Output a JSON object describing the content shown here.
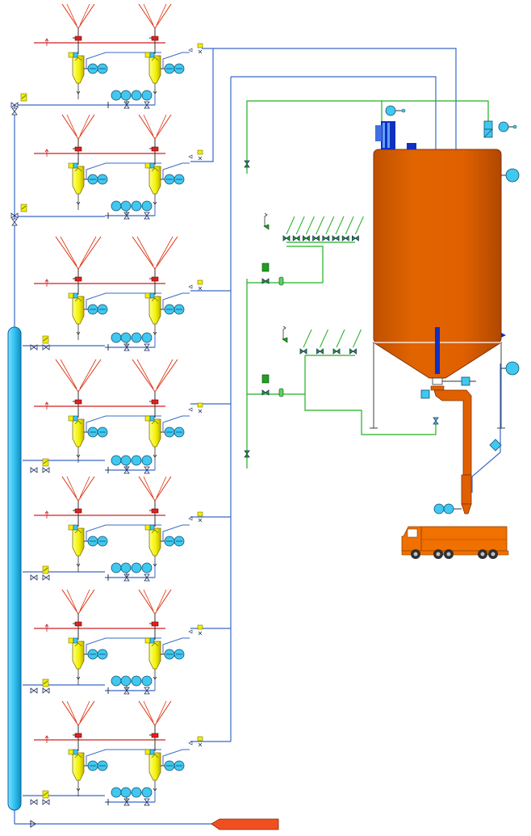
{
  "diagram": {
    "hopper_units": [
      {
        "id": 1
      },
      {
        "id": 2
      },
      {
        "id": 3
      },
      {
        "id": 4
      },
      {
        "id": 5
      },
      {
        "id": 6
      },
      {
        "id": 7
      }
    ],
    "valve_banks": [
      {
        "id": "upper",
        "valve_count": 8
      },
      {
        "id": "lower",
        "valve_count": 4
      }
    ],
    "colors": {
      "air_line": "#3a68c8",
      "feed_line": "#d02020",
      "hopper": "#e03010",
      "pump_body": "#f0f000",
      "vessel": "#40c8f0",
      "silo": "#e06000",
      "truck": "#f07000",
      "green_line": "#20b020",
      "valve_green": "#20a020",
      "outlet_pipe": "#f05020"
    }
  }
}
